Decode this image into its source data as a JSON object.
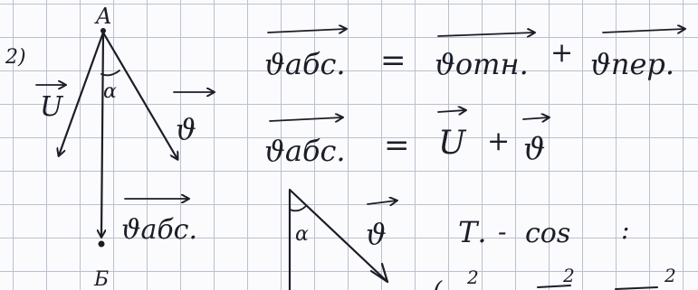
{
  "problem_number": "2)",
  "diagram": {
    "point_top": "A",
    "point_bottom": "Б",
    "vector_left": "U",
    "vector_right": "ϑ",
    "vector_middle": "ϑабс.",
    "angle": "α",
    "triangle_angle": "α",
    "triangle_vector": "ϑ"
  },
  "equations": {
    "line1_lhs": "ϑабс.",
    "line1_eq": "=",
    "line1_t1": "ϑотн.",
    "line1_plus": "+",
    "line1_t2": "ϑпер.",
    "line2_lhs": "ϑабс.",
    "line2_eq": "=",
    "line2_t1": "U",
    "line2_plus": "+",
    "line2_t2": "ϑ"
  },
  "theorem": {
    "label": "Т.",
    "dash": "-",
    "func": "cos",
    "colon": ":"
  },
  "bottom_fragment": {
    "left": "(",
    "sup1": "2",
    "sup2": "2",
    "sup3": "2"
  }
}
